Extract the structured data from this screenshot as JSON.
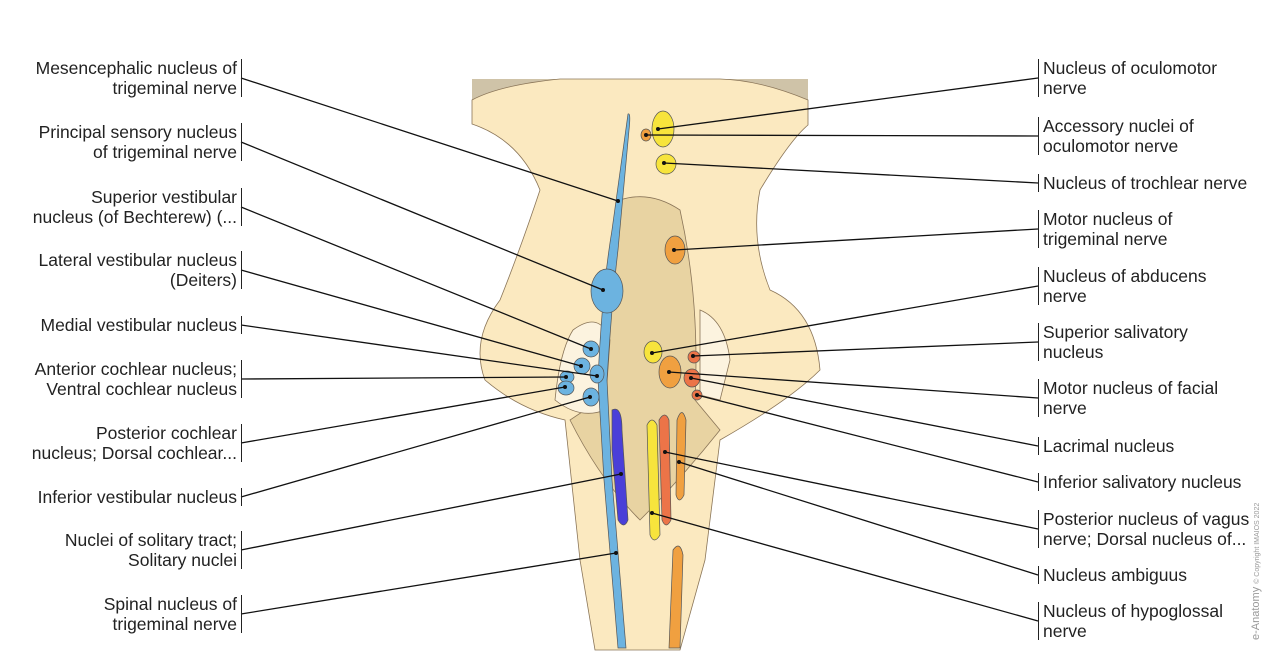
{
  "left_labels": [
    {
      "text": "Mesencephalic nucleus of trigeminal nerve",
      "lines": [
        "Mesencephalic nucleus of",
        "trigeminal nerve"
      ]
    },
    {
      "text": "Principal sensory nucleus of trigeminal nerve",
      "lines": [
        "Principal sensory nucleus",
        "of trigeminal nerve"
      ]
    },
    {
      "text": "Superior vestibular nucleus (of Bechterew) (...",
      "lines": [
        "Superior vestibular",
        "nucleus (of Bechterew) (..."
      ]
    },
    {
      "text": "Lateral vestibular nucleus (Deiters)",
      "lines": [
        "Lateral vestibular nucleus",
        "(Deiters)"
      ]
    },
    {
      "text": "Medial vestibular nucleus",
      "lines": [
        "Medial vestibular nucleus"
      ]
    },
    {
      "text": "Anterior cochlear nucleus; Ventral cochlear nucleus",
      "lines": [
        "Anterior cochlear nucleus;",
        "Ventral cochlear nucleus"
      ]
    },
    {
      "text": "Posterior cochlear nucleus; Dorsal cochlear...",
      "lines": [
        "Posterior cochlear",
        "nucleus; Dorsal cochlear..."
      ]
    },
    {
      "text": "Inferior vestibular nucleus",
      "lines": [
        "Inferior vestibular nucleus"
      ]
    },
    {
      "text": "Nuclei of solitary tract; Solitary nuclei",
      "lines": [
        "Nuclei of solitary tract;",
        "Solitary nuclei"
      ]
    },
    {
      "text": "Spinal nucleus of trigeminal nerve",
      "lines": [
        "Spinal nucleus of",
        "trigeminal nerve"
      ]
    }
  ],
  "right_labels": [
    {
      "text": "Nucleus of oculomotor nerve",
      "lines": [
        "Nucleus of oculomotor",
        "nerve"
      ]
    },
    {
      "text": "Accessory nuclei of oculomotor nerve",
      "lines": [
        "Accessory nuclei of",
        "oculomotor nerve"
      ]
    },
    {
      "text": "Nucleus of trochlear nerve",
      "lines": [
        "Nucleus of trochlear nerve"
      ]
    },
    {
      "text": "Motor nucleus of trigeminal nerve",
      "lines": [
        "Motor nucleus of",
        "trigeminal nerve"
      ]
    },
    {
      "text": "Nucleus of abducens nerve",
      "lines": [
        "Nucleus of abducens",
        "nerve"
      ]
    },
    {
      "text": "Superior salivatory nucleus",
      "lines": [
        "Superior salivatory",
        "nucleus"
      ]
    },
    {
      "text": "Motor nucleus of facial nerve",
      "lines": [
        "Motor nucleus of facial",
        "nerve"
      ]
    },
    {
      "text": "Lacrimal nucleus",
      "lines": [
        "Lacrimal nucleus"
      ]
    },
    {
      "text": "Inferior salivatory nucleus",
      "lines": [
        "Inferior salivatory nucleus"
      ]
    },
    {
      "text": "Posterior nucleus of vagus nerve; Dorsal nucleus of...",
      "lines": [
        "Posterior nucleus of vagus",
        "nerve; Dorsal nucleus of..."
      ]
    },
    {
      "text": "Nucleus ambiguus",
      "lines": [
        "Nucleus ambiguus"
      ]
    },
    {
      "text": "Nucleus of hypoglossal nerve",
      "lines": [
        "Nucleus of hypoglossal",
        "nerve"
      ]
    }
  ],
  "watermark": {
    "brand": "e-Anatomy",
    "copyright": "© Copyright IMAIOS 2022"
  },
  "colors": {
    "tissue": "#fbe9c0",
    "floor": "#e8d3a2",
    "blue": "#6cb3e0",
    "purple": "#4a3fd8",
    "yellow": "#f7e43c",
    "orange": "#f0a040",
    "red": "#ec7448"
  }
}
